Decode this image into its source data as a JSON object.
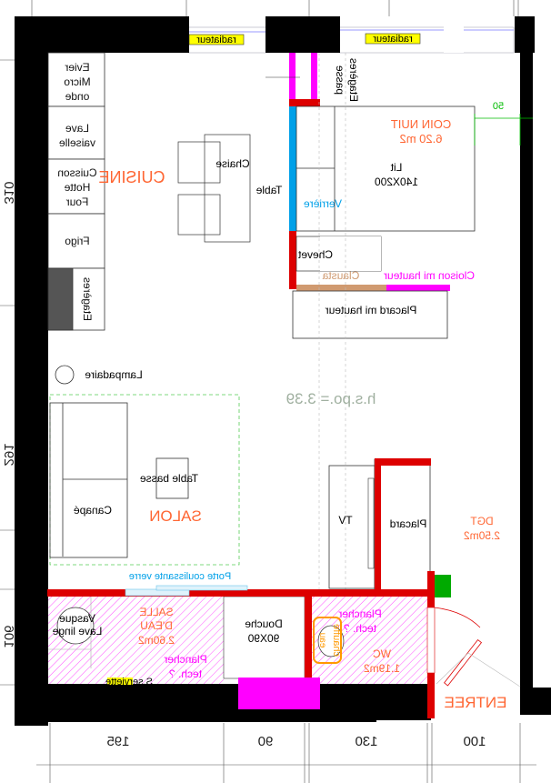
{
  "colors": {
    "wall": "#000000",
    "partition": "#dd0000",
    "glass": "#00a0e8",
    "pink": "#ff00ff",
    "room_label": "#ff6633",
    "radiator": "#ffff00",
    "green": "#00aa00",
    "clausta": "#d09a70"
  },
  "rooms": {
    "cuisine": "CUISINE",
    "coin_nuit": "COIN NUIT",
    "coin_nuit_area": "6.20 m2",
    "salon": "SALON",
    "dgt": "DGT",
    "dgt_area": "2.50m2",
    "salle_eau_1": "SALLE",
    "salle_eau_2": "D'EAU",
    "salle_eau_area": "2.60m2",
    "wc": "WC",
    "wc_area": "1.19m2",
    "entree": "ENTREE"
  },
  "labels": {
    "radiateur_1": "radiateur",
    "radiateur_2": "radiateur",
    "evier": [
      "Evier",
      "Micro",
      "onde"
    ],
    "lave_vaisselle": [
      "Lave",
      "vaiselle"
    ],
    "cuisson": [
      "Cuisson",
      "Hotte",
      "Four"
    ],
    "frigo": "Frigo",
    "etageres_kitchen": "Etagères",
    "etageres_top": [
      "Etagères",
      "passe"
    ],
    "chaise": "Chaise",
    "table": "Table",
    "verriere": "Verrière",
    "lit": [
      "Lit",
      "140X200"
    ],
    "chevet": "Chevet",
    "clausta": "Clausta",
    "cloison": "Cloison mi hauteur",
    "placard_mi_hauteur": "Placard mi hauteur",
    "lampadaire": "Lampadaire",
    "hspo": "h.s.po.= 3.39",
    "table_basse": "Table basse",
    "canape": "Canapé",
    "tv": "TV",
    "placard": "Placard",
    "porte_coulissante": "Porte coulissante verre",
    "vasque": [
      "Vasque",
      "Lave linge"
    ],
    "plancher_1": [
      "Plancher",
      "tech. ?"
    ],
    "plancher_2": [
      "Plancher",
      "tech. ?"
    ],
    "douche": [
      "Douche",
      "90X90"
    ],
    "chauffe_eau": [
      "chauffe",
      "eau"
    ],
    "seche_serviette": "S.serviette",
    "dim_50": "50"
  },
  "dimensions": {
    "bottom": [
      "195",
      "90",
      "130",
      "100"
    ],
    "left": [
      "310",
      "291",
      "106"
    ]
  }
}
